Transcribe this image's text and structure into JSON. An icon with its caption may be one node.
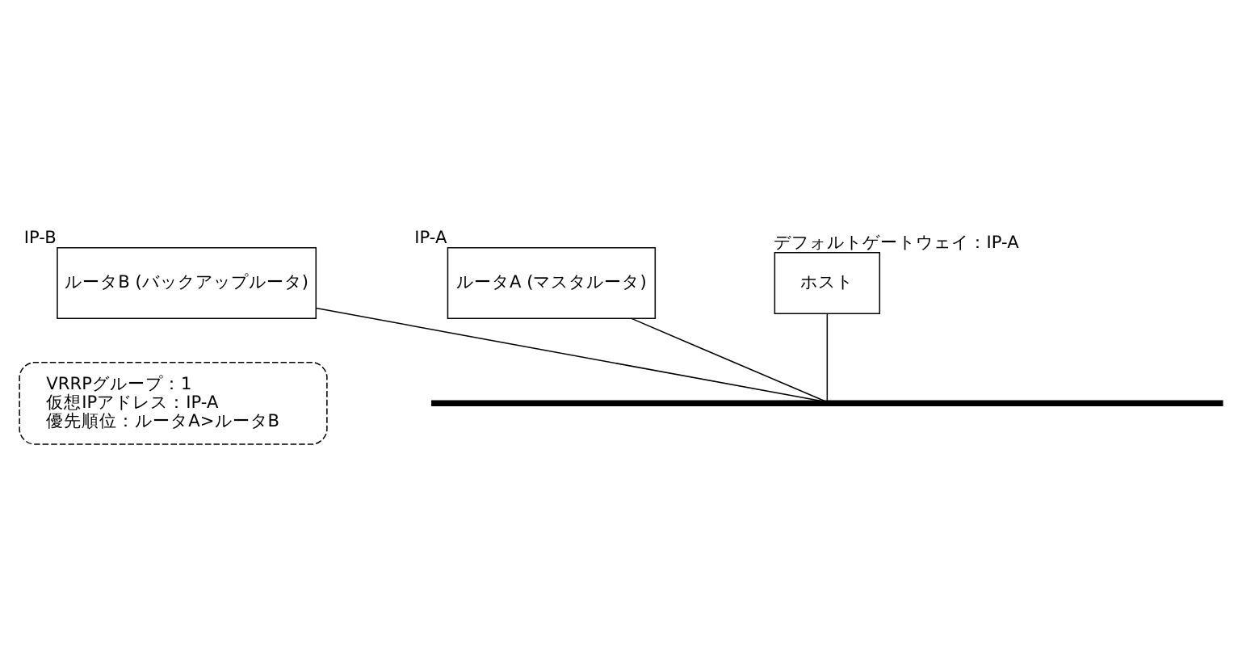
{
  "diagram": {
    "nodes": [
      {
        "text": [
          "ルータA (マスタルータ)"
        ],
        "beside": [
          "IP-A"
        ]
      },
      {
        "text": [
          "ルータB (バックアップルータ)"
        ],
        "beside": [
          "IP-B"
        ]
      },
      {
        "text": [
          "VRRPグループ：1",
          "仮想IPアドレス：IP-A",
          "優先順位：ルータA>ルータB"
        ]
      },
      {
        "text": [],
        "shape": "bar"
      },
      {
        "text": [
          "ホスト"
        ],
        "beside": [
          "デフォルトゲートウェイ：IP-A"
        ]
      }
    ],
    "edges": [
      {
        "from": 0,
        "to": 3,
        "arrow": "none"
      },
      {
        "from": 1,
        "to": 3,
        "arrow": "none"
      },
      {
        "from": 4,
        "to": 3,
        "arrow": "none"
      }
    ]
  }
}
